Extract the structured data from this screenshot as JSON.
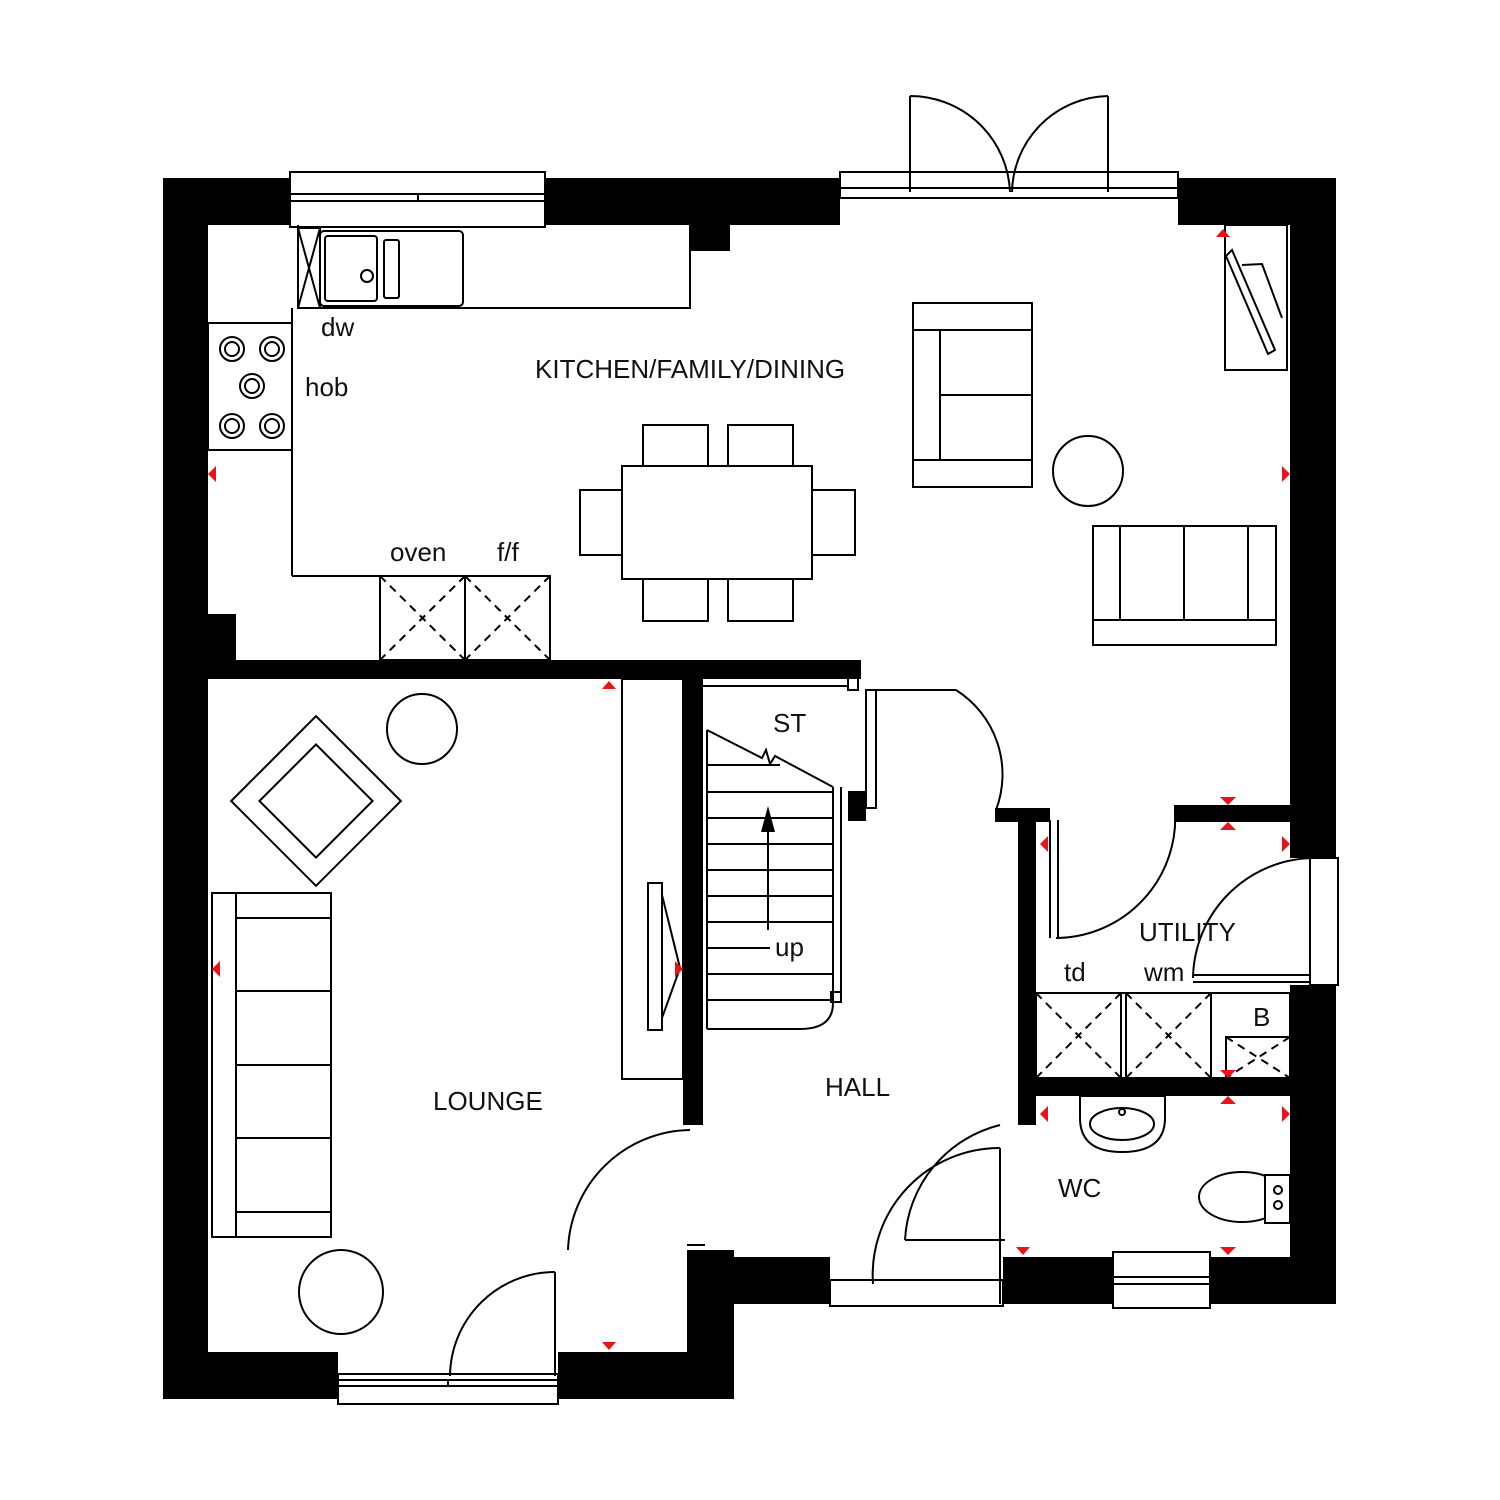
{
  "rooms": {
    "kitchen": "KITCHEN/FAMILY/DINING",
    "lounge": "LOUNGE",
    "hall": "HALL",
    "store": "ST",
    "utility": "UTILITY",
    "wc": "WC"
  },
  "appliances": {
    "dw": "dw",
    "hob": "hob",
    "oven": "oven",
    "ff": "f/f",
    "td": "td",
    "wm": "wm",
    "boiler": "B"
  },
  "stairs": {
    "direction": "up"
  },
  "colors": {
    "wall": "#000000",
    "marker": "#e8121a",
    "background": "#ffffff"
  }
}
